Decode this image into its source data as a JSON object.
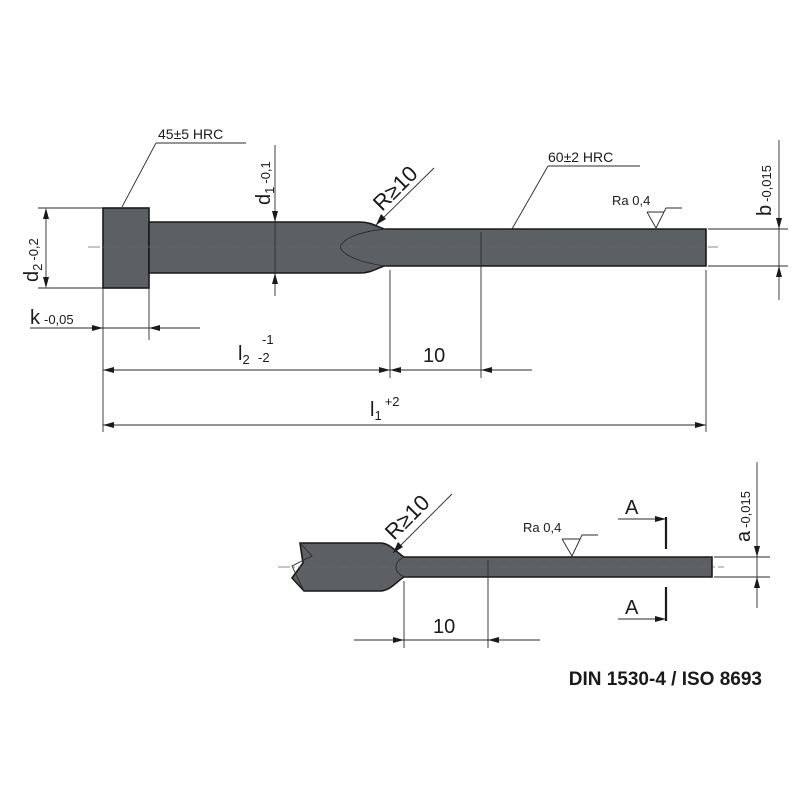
{
  "labels": {
    "head_hardness": "45±5 HRC",
    "shaft_hardness": "60±2 HRC",
    "radius_top": "R≥10",
    "radius_bottom": "R≥10",
    "roughness_top": "Ra 0,4",
    "roughness_bottom": "Ra 0,4",
    "d2": "d",
    "d2_sub": "2",
    "d2_tol": "-0,2",
    "d1": "d",
    "d1_sub": "1",
    "d1_tol": "-0,1",
    "b": "b",
    "b_tol": "-0,015",
    "a": "a",
    "a_tol": "-0,015",
    "k": "k",
    "k_tol": "-0,05",
    "l2": "l",
    "l2_sub": "2",
    "l2_tol_upper": "-1",
    "l2_tol_lower": "-2",
    "len_10_top": "10",
    "len_10_bottom": "10",
    "l1": "l",
    "l1_sub": "1",
    "l1_tol": "+2",
    "section_top": "A",
    "section_bottom": "A"
  },
  "standard": "DIN 1530-4 / ISO 8693"
}
